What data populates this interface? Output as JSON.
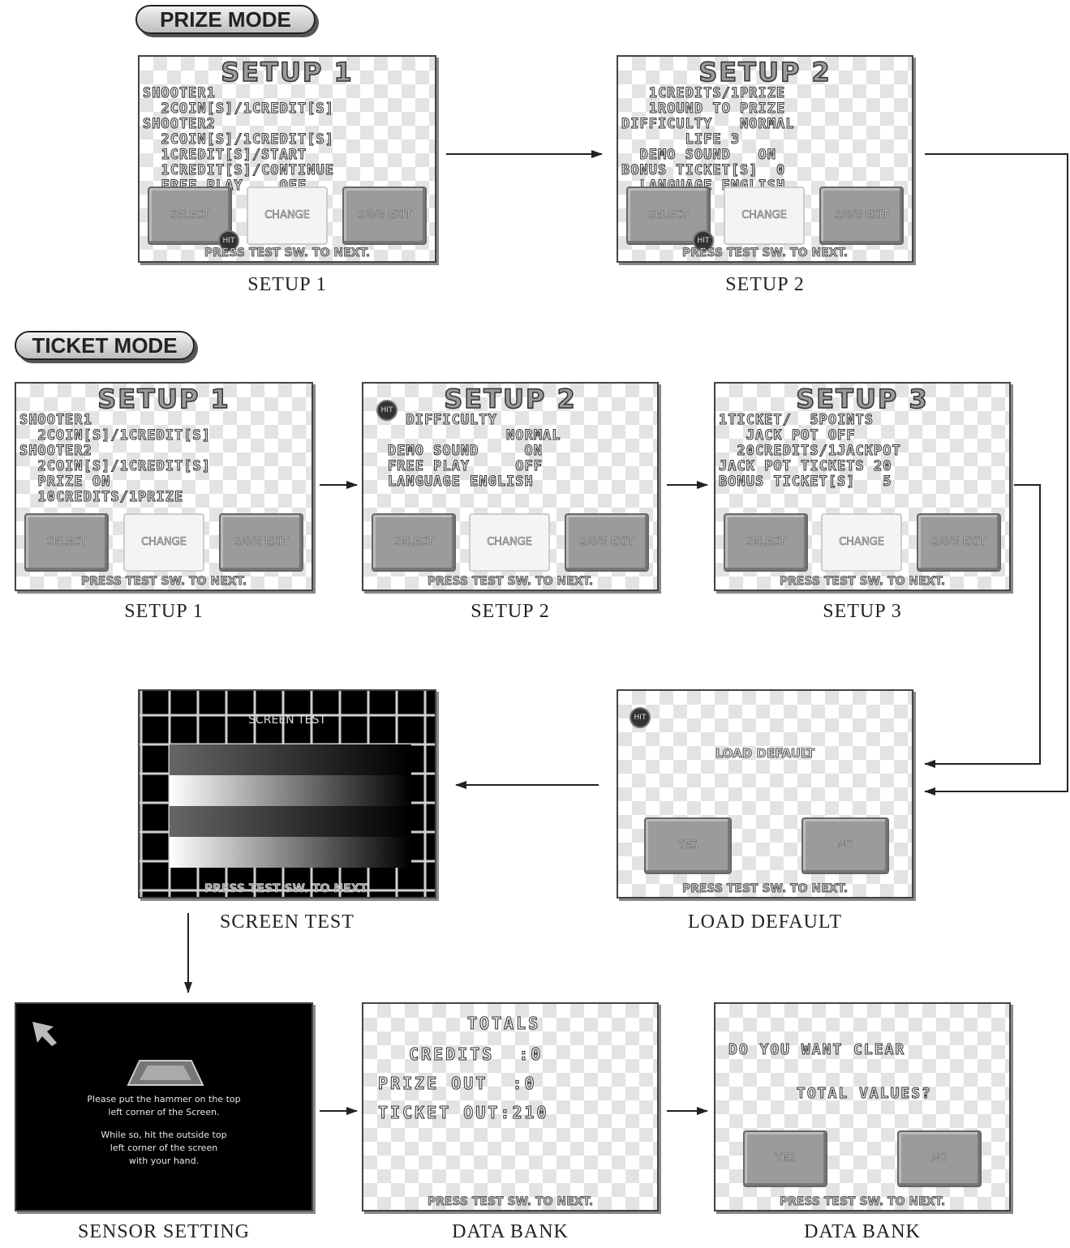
{
  "prize_mode": {
    "label": "PRIZE MODE",
    "setup1": {
      "title": "SETUP 1",
      "lines": [
        "SHOOTER1",
        "  2COIN[S]/1CREDIT[S]",
        "SHOOTER2",
        "  2COIN[S]/1CREDIT[S]",
        "  1CREDIT[S]/START",
        "  1CREDIT[S]/CONTINUE",
        "  FREE PLAY    OFF"
      ],
      "caption": "SETUP 1"
    },
    "setup2": {
      "title": "SETUP 2",
      "lines": [
        "   1CREDITS/1PRIZE",
        "   1ROUND TO PRIZE",
        "DIFFICULTY   NORMAL",
        "       LIFE 3",
        "  DEMO SOUND   ON",
        "BONUS TICKET[S]  0",
        "  LANGUAGE ENGLISH"
      ],
      "caption": "SETUP 2"
    }
  },
  "ticket_mode": {
    "label": "TICKET MODE",
    "setup1": {
      "title": "SETUP 1",
      "lines": [
        "SHOOTER1",
        "  2COIN[S]/1CREDIT[S]",
        "SHOOTER2",
        "  2COIN[S]/1CREDIT[S]",
        "  PRIZE ON",
        "  10CREDITS/1PRIZE"
      ],
      "caption": "SETUP 1"
    },
    "setup2": {
      "title": "SETUP 2",
      "lines": [
        "",
        "  DIFFICULTY",
        "             NORMAL",
        "DEMO SOUND     ON",
        "FREE PLAY     OFF",
        "LANGUAGE ENGLISH"
      ],
      "caption": "SETUP 2"
    },
    "setup3": {
      "title": "SETUP 3",
      "lines": [
        "",
        "1TICKET/  5POINTS",
        "   JACK POT OFF",
        "  20CREDITS/1JACKPOT",
        "JACK POT TICKETS 20",
        "BONUS TICKET[S]   5"
      ],
      "caption": "SETUP 3"
    }
  },
  "buttons": {
    "select": "SELECT",
    "change": "CHANGE",
    "save_exit": "SAVE EXIT",
    "yes": "YES",
    "no": "NO"
  },
  "footer_text": "PRESS TEST SW. TO NEXT.",
  "load_default": {
    "heading": "LOAD DEFAULT",
    "caption": "LOAD DEFAULT"
  },
  "screen_test": {
    "heading": "SCREEN TEST",
    "caption": "SCREEN TEST"
  },
  "sensor_setting": {
    "para1": [
      "Please put the hammer on the top",
      "left corner of the Screen."
    ],
    "para2": [
      "While so, hit the outside top",
      "left corner of the screen",
      "with your hand."
    ],
    "caption": "SENSOR SETTING"
  },
  "data_bank_totals": {
    "heading": "TOTALS",
    "credits": "CREDITS  :0",
    "prize_out": "PRIZE OUT  :0",
    "ticket_out": "TICKET OUT:210",
    "caption": "DATA BANK"
  },
  "data_bank_clear": {
    "question_line1": "DO YOU WANT CLEAR",
    "question_line2": "TOTAL VALUES?",
    "caption": "DATA BANK"
  },
  "colors": {
    "screen_bg": "#ffffff",
    "checker": "#e3e3e3",
    "button_dark": "#9b9b9b",
    "arrow": "#222222"
  }
}
